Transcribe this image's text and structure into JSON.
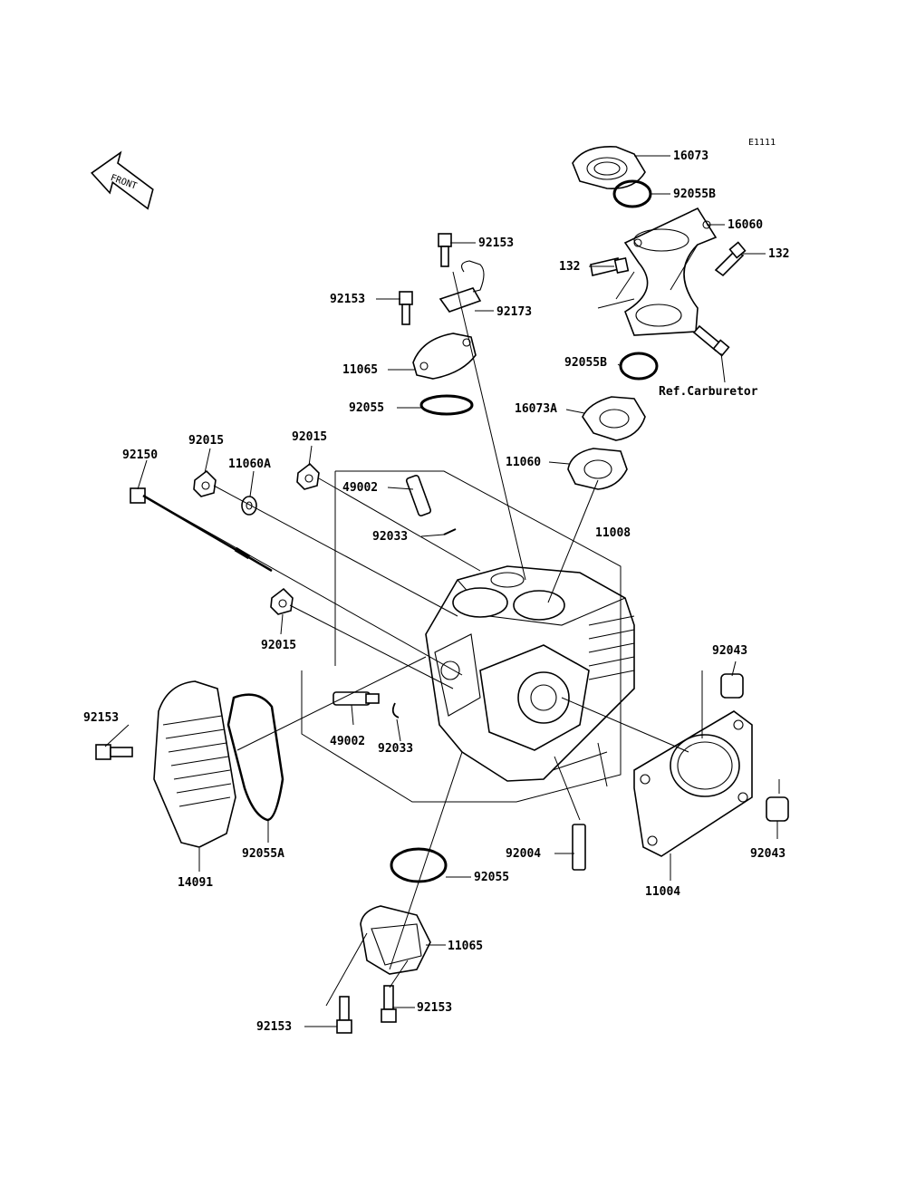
{
  "diagram_code": "E1111",
  "front_label": "FRONT",
  "labels": [
    {
      "key": "16073",
      "text": "16073"
    },
    {
      "key": "92055B_top",
      "text": "92055B"
    },
    {
      "key": "16060",
      "text": "16060"
    },
    {
      "key": "132_left",
      "text": "132"
    },
    {
      "key": "132_right",
      "text": "132"
    },
    {
      "key": "92153_a",
      "text": "92153"
    },
    {
      "key": "92153_b",
      "text": "92153"
    },
    {
      "key": "92173",
      "text": "92173"
    },
    {
      "key": "11065_top",
      "text": "11065"
    },
    {
      "key": "92055B_mid",
      "text": "92055B"
    },
    {
      "key": "ref_carburetor",
      "text": "Ref.Carburetor"
    },
    {
      "key": "92055_top",
      "text": "92055"
    },
    {
      "key": "16073A",
      "text": "16073A"
    },
    {
      "key": "92150",
      "text": "92150"
    },
    {
      "key": "92015_a",
      "text": "92015"
    },
    {
      "key": "11060A",
      "text": "11060A"
    },
    {
      "key": "92015_b",
      "text": "92015"
    },
    {
      "key": "49002_top",
      "text": "49002"
    },
    {
      "key": "11060",
      "text": "11060"
    },
    {
      "key": "92033_top",
      "text": "92033"
    },
    {
      "key": "11008",
      "text": "11008"
    },
    {
      "key": "92015_c",
      "text": "92015"
    },
    {
      "key": "92043_top",
      "text": "92043"
    },
    {
      "key": "92153_c",
      "text": "92153"
    },
    {
      "key": "49002_bot",
      "text": "49002"
    },
    {
      "key": "92033_bot",
      "text": "92033"
    },
    {
      "key": "92055A",
      "text": "92055A"
    },
    {
      "key": "14091",
      "text": "14091"
    },
    {
      "key": "92004",
      "text": "92004"
    },
    {
      "key": "92043_bot",
      "text": "92043"
    },
    {
      "key": "92055_bot",
      "text": "92055"
    },
    {
      "key": "11004",
      "text": "11004"
    },
    {
      "key": "11065_bot",
      "text": "11065"
    },
    {
      "key": "92153_d",
      "text": "92153"
    },
    {
      "key": "92153_e",
      "text": "92153"
    }
  ]
}
